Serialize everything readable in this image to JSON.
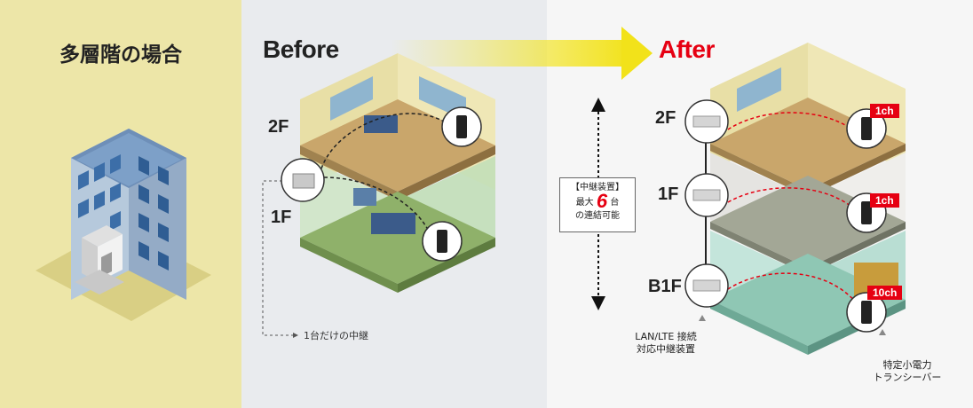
{
  "left": {
    "title": "多層階の場合"
  },
  "before": {
    "title": "Before",
    "floors": [
      "2F",
      "1F"
    ],
    "note": "1台だけの中継"
  },
  "after": {
    "title": "After",
    "floors": [
      "2F",
      "1F",
      "B1F"
    ],
    "channels": [
      "1ch",
      "1ch",
      "10ch"
    ],
    "info_box": {
      "line1": "【中継装置】",
      "prefix": "最大",
      "number": "6",
      "suffix": "台",
      "line3": "の連結可能"
    },
    "repeater_caption": [
      "LAN/LTE 接続",
      "対応中継装置"
    ],
    "radio_caption": [
      "特定小電力",
      "トランシーバー"
    ]
  },
  "colors": {
    "accent": "#e60012",
    "arrow": "#f5e92a",
    "left_bg": "#ede6a8",
    "mid_bg": "#e9ebee"
  }
}
